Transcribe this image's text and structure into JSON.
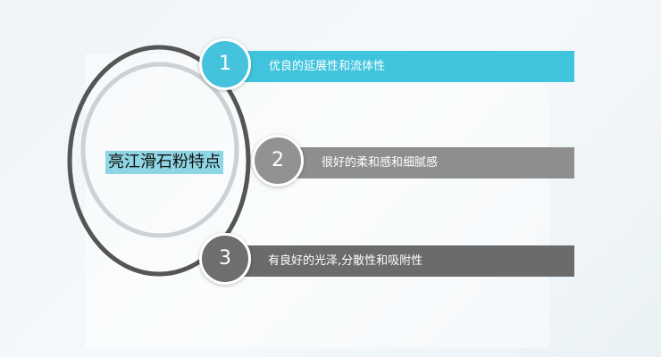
{
  "title": "亮江滑石粉特点",
  "items": [
    {
      "number": "1",
      "text": "优良的延展性和流体性",
      "color": "#40c4de"
    },
    {
      "number": "2",
      "text": "很好的柔和感和细腻感",
      "color": "#8e8e8e"
    },
    {
      "number": "3",
      "text": "有良好的光泽,分散性和吸附性",
      "color": "#6b6b6b"
    }
  ]
}
